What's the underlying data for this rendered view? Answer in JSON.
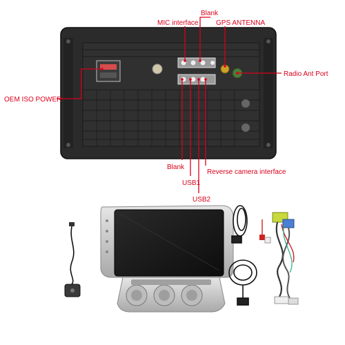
{
  "labels": {
    "blank_top": "Blank",
    "mic": "MIC interface",
    "gps": "GPS ANTENNA",
    "radio": "Radio Ant Port",
    "oem": "OEM ISO POWER",
    "blank_bottom": "Blank",
    "reverse": "Reverse camera interface",
    "usb1": "USB1",
    "usb2": "USB2"
  },
  "colors": {
    "callout": "#d9001b",
    "panel": "#2b2b2b",
    "unit_silver": "#c9c9c9",
    "screen": "#1a1a1a"
  }
}
